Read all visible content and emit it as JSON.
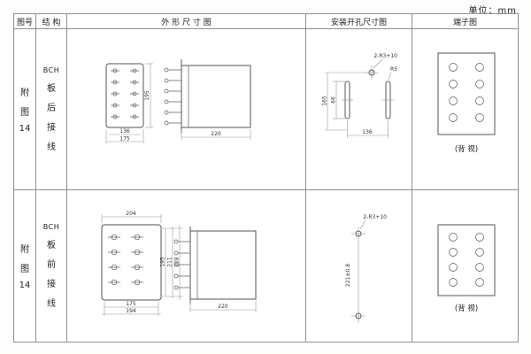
{
  "unit_label": "单位：mm",
  "table": {
    "headers": {
      "fig_no": "图号",
      "structure": "结 构",
      "outline": "外 形 尺 寸 图",
      "install": "安装开孔尺寸图",
      "terminal": "端子图"
    }
  },
  "rows": [
    {
      "fig": {
        "l1": "附",
        "l2": "图",
        "l3": "14"
      },
      "structure": {
        "l1": "BCH",
        "l2": "板",
        "l3": "后",
        "l4": "接",
        "l5": "线"
      },
      "outline": {
        "height": "195",
        "width_inner": "136",
        "width_outer": "175",
        "depth": "220"
      },
      "install": {
        "hole_note": "2-R3+10",
        "slot_radius": "R5",
        "v_overall": "165",
        "v_slot": "66",
        "h_span": "136"
      },
      "terminal": {
        "caption": "(背 视)"
      }
    },
    {
      "fig": {
        "l1": "附",
        "l2": "图",
        "l3": "14"
      },
      "structure": {
        "l1": "BCH",
        "l2": "板",
        "l3": "前",
        "l4": "接",
        "l5": "线"
      },
      "outline": {
        "top_width": "204",
        "h1": "195",
        "h2": "211",
        "h3": "228",
        "w1": "175",
        "w2": "194",
        "depth": "220"
      },
      "install": {
        "hole_note": "2-R3+10",
        "v_span": "221±0.8"
      },
      "terminal": {
        "caption": "(背 视)"
      }
    }
  ]
}
